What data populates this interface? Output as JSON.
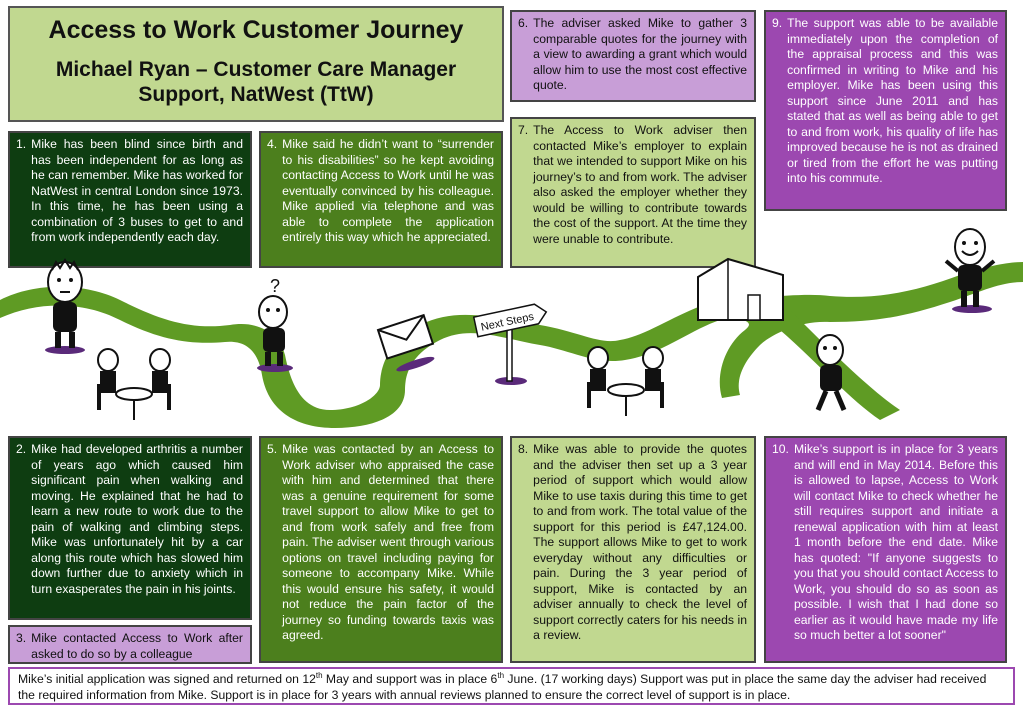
{
  "title": "Access to Work Customer Journey",
  "subtitle": "Michael Ryan – Customer Care Manager Support, NatWest (TtW)",
  "sign_text": "Next Steps",
  "question_mark": "?",
  "steps": [
    {
      "num": "1.",
      "text": "Mike has been blind since birth and has been independent for as long as he can remember. Mike has worked for NatWest in central London since 1973. In this time, he has been using a combination of 3 buses to get to and from work independently each day."
    },
    {
      "num": "2.",
      "text": "Mike had developed arthritis a number of years ago which caused him significant pain when walking and moving. He explained that he had to learn a new route to work due to the pain of walking and climbing steps. Mike was unfortunately hit by a car along this route which has slowed him down further due to anxiety which in turn exasperates the pain in his joints."
    },
    {
      "num": "3.",
      "text": "Mike contacted Access to Work after asked to do so by a colleague"
    },
    {
      "num": "4.",
      "text": "Mike said he didn’t want to “surrender to his disabilities” so he kept avoiding contacting Access to Work until he was eventually convinced by his colleague. Mike applied via telephone and was able to complete the application entirely this way which he appreciated."
    },
    {
      "num": "5.",
      "text": "Mike was contacted by an Access to Work adviser who appraised the case with him and determined that there was a genuine requirement for some travel support to allow Mike to get to and from work safely and free from pain. The adviser went through various options on travel including paying for someone to accompany Mike. While this would ensure his safety, it would not reduce the pain factor of the journey so funding towards taxis was agreed."
    },
    {
      "num": "6.",
      "text": "The adviser asked Mike to gather 3 comparable quotes for the journey with a view to awarding a grant which would allow him to use the most cost effective quote."
    },
    {
      "num": "7.",
      "text": "The Access to Work adviser then contacted Mike’s employer to explain that we intended to support Mike on his journey’s to and from work. The adviser also asked the employer whether they would be willing to contribute towards the cost of the support. At the time they were unable to contribute."
    },
    {
      "num": "8.",
      "text": "Mike was able to provide the quotes and the adviser then set up a 3 year period of support which would allow Mike to use taxis during this time to get to and from work. The total value of the support for this period is £47,124.00. The support allows Mike to get to work everyday without any difficulties or pain. During the 3 year period of support, Mike is contacted by an adviser annually to check the level of support correctly caters for his needs in a review."
    },
    {
      "num": "9.",
      "text": "The support was able to be available immediately upon the completion of the appraisal process and this was confirmed in writing to Mike and his employer. Mike has been using this support since June 2011 and has stated that as well as being able to get to and from work, his quality of life has improved because he is not as drained or tired from the effort he was putting into his commute."
    },
    {
      "num": "10.",
      "text": "Mike’s support is in place for 3 years and will end in May 2014. Before this is allowed to lapse, Access to Work will contact Mike to check whether he still requires support and initiate a renewal application with him at least 1 month before the end date. Mike has quoted: \"If anyone suggests to you that you should contact Access to Work, you should do so as soon as possible. I wish that I had done so earlier as it would have made my life so much better a lot sooner\""
    }
  ],
  "footer": {
    "part1": "Mike’s initial application was signed and returned on 12",
    "sup1": "th",
    "part2": " May and support was in place 6",
    "sup2": "th",
    "part3": " June. (17 working days) Support was put in place the same day the adviser had received the required information from Mike. Support is in place for 3 years with annual reviews planned to ensure the correct level of support is in place."
  },
  "colors": {
    "dark_green": "#0e3d11",
    "mid_green": "#4c7f1d",
    "light_green": "#c1d890",
    "lilac": "#c89ed7",
    "purple": "#9c48b0",
    "path_green": "#5f9b24"
  }
}
